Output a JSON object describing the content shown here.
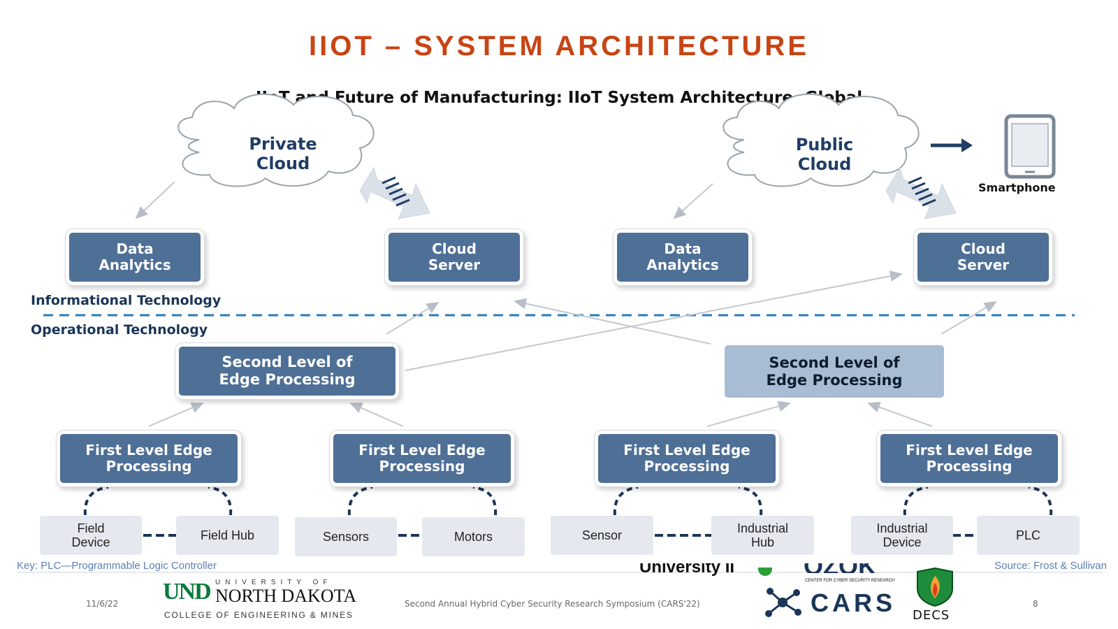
{
  "slide": {
    "title": "IIOT – SYSTEM ARCHITECTURE",
    "title_color": "#c84414",
    "date": "11/6/22",
    "event": "Second Annual Hybrid Cyber Security Research Symposium (CARS'22)",
    "page_number": "8"
  },
  "diagram": {
    "title": "IIoT and Future of Manufacturing: IIoT System Architecture, Global",
    "private_cloud": "Private\nCloud",
    "public_cloud": "Public\nCloud",
    "smartphone_label": "Smartphone",
    "it_label": "Informational Technology",
    "ot_label": "Operational Technology",
    "left_data_analytics": "Data\nAnalytics",
    "left_cloud_server": "Cloud\nServer",
    "right_data_analytics": "Data\nAnalytics",
    "right_cloud_server": "Cloud\nServer",
    "left_second_level": "Second Level of\nEdge Processing",
    "right_second_level": "Second Level of\nEdge Processing",
    "first_level": [
      "First Level Edge\nProcessing",
      "First Level Edge\nProcessing",
      "First Level Edge\nProcessing",
      "First Level Edge\nProcessing"
    ],
    "devices": [
      "Field\nDevice",
      "Field Hub",
      "Sensors",
      "Motors",
      "Sensor",
      "Industrial\nHub",
      "Industrial\nDevice",
      "PLC"
    ],
    "key_note": "Key: PLC—Programmable Logic Controller",
    "source_note": "Source: Frost & Sullivan",
    "colors": {
      "box_dark": "#4e6f96",
      "box_light": "#a8bcd4",
      "divider": "#2a7ab8",
      "device_fill": "#e5e9ef"
    }
  },
  "logos": {
    "und_mark": "UND",
    "und_university_of": "UNIVERSITY OF",
    "und_north_dakota": "NORTH DAKOTA",
    "und_college": "COLLEGE OF ENGINEERING & MINES",
    "partial_text": "University II",
    "ozok": "OZOK",
    "ozok_sub": "CENTER FOR CYBER SECURITY RESEARCH",
    "cars": "CARS",
    "decs": "DECS"
  }
}
